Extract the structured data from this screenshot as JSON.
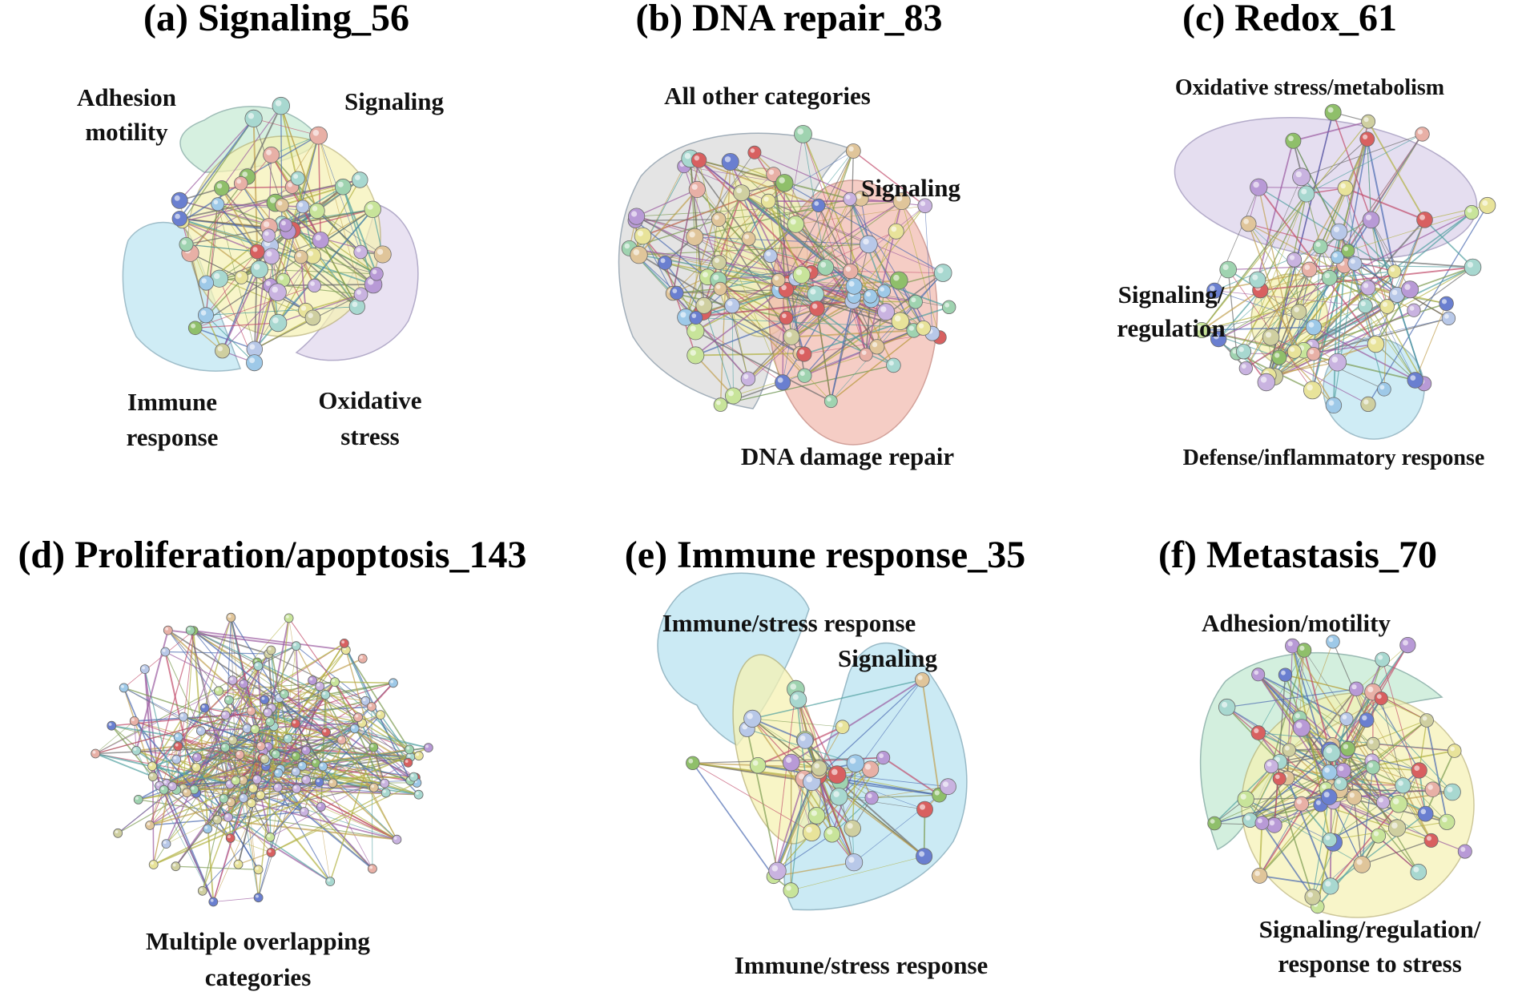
{
  "panels": [
    {
      "id": "a",
      "title": "(a) Signaling_56",
      "nodes": 56,
      "seed": 11,
      "labels": [
        {
          "key": "adhesion",
          "lines": [
            "Adhesion",
            "motility"
          ]
        },
        {
          "key": "signaling",
          "lines": [
            "Signaling"
          ]
        },
        {
          "key": "immune",
          "lines": [
            "Immune",
            "response"
          ]
        },
        {
          "key": "oxidative",
          "lines": [
            "Oxidative",
            "stress"
          ]
        }
      ],
      "regions": [
        {
          "key": "adhesion",
          "color": "#c9ecd6"
        },
        {
          "key": "immune",
          "color": "#bfe6f2"
        },
        {
          "key": "oxidative",
          "color": "#e2d9ee"
        },
        {
          "key": "signaling",
          "color": "#f6f2b3"
        }
      ]
    },
    {
      "id": "b",
      "title": "(b) DNA repair_83",
      "nodes": 83,
      "seed": 23,
      "labels": [
        {
          "key": "other",
          "lines": [
            "All other categories"
          ]
        },
        {
          "key": "signaling",
          "lines": [
            "Signaling"
          ]
        },
        {
          "key": "dna",
          "lines": [
            "DNA damage repair"
          ]
        }
      ],
      "regions": [
        {
          "key": "other",
          "color": "#dedede"
        },
        {
          "key": "signaling",
          "color": "#f6f2b3"
        },
        {
          "key": "dna",
          "color": "#f2b9ad"
        }
      ]
    },
    {
      "id": "c",
      "title": "(c) Redox_61",
      "nodes": 61,
      "seed": 37,
      "labels": [
        {
          "key": "oxidative",
          "lines": [
            "Oxidative stress/metabolism"
          ]
        },
        {
          "key": "signaling",
          "lines": [
            "Signaling/",
            "regulation"
          ]
        },
        {
          "key": "defense",
          "lines": [
            "Defense/inflammatory response"
          ]
        }
      ],
      "regions": [
        {
          "key": "oxidative",
          "color": "#ddd4ec"
        },
        {
          "key": "signaling",
          "color": "#f6f2b3"
        },
        {
          "key": "defense",
          "color": "#bfe6f2"
        }
      ]
    },
    {
      "id": "d",
      "title": "(d) Proliferation/apoptosis_143",
      "nodes": 143,
      "seed": 51,
      "labels": [
        {
          "key": "multi",
          "lines": [
            "Multiple overlapping",
            "categories"
          ]
        }
      ],
      "regions": []
    },
    {
      "id": "e",
      "title": "(e) Immune response_35",
      "nodes": 35,
      "seed": 67,
      "labels": [
        {
          "key": "immune_top",
          "lines": [
            "Immune/stress response"
          ]
        },
        {
          "key": "signaling",
          "lines": [
            "Signaling"
          ]
        },
        {
          "key": "immune_bottom",
          "lines": [
            "Immune/stress response"
          ]
        }
      ],
      "regions": [
        {
          "key": "immune_top",
          "color": "#bfe6f2"
        },
        {
          "key": "immune_bottom",
          "color": "#bfe6f2"
        },
        {
          "key": "signaling",
          "color": "#f6f2b3"
        }
      ]
    },
    {
      "id": "f",
      "title": "(f) Metastasis_70",
      "nodes": 70,
      "seed": 79,
      "labels": [
        {
          "key": "adhesion",
          "lines": [
            "Adhesion/motility"
          ]
        },
        {
          "key": "signaling",
          "lines": [
            "Signaling/regulation/",
            "response to stress"
          ]
        }
      ],
      "regions": [
        {
          "key": "adhesion",
          "color": "#c9ecd6"
        },
        {
          "key": "signaling",
          "color": "#f6f2b3"
        }
      ]
    }
  ],
  "node_colors": [
    "#9fd3b0",
    "#c8e49a",
    "#e8e39a",
    "#9ec9e8",
    "#c9b3e0",
    "#e8b0a6",
    "#cfcfa0",
    "#a8d8d0",
    "#e0c59a",
    "#b8c8e8",
    "#d86060",
    "#6a7fd0",
    "#8fbf6a",
    "#b89ad6"
  ],
  "edge_colors": [
    "#7a9a50",
    "#c04a6a",
    "#4a6ab0",
    "#b0b040",
    "#6a6a6a",
    "#50a0a0",
    "#9a5aa0",
    "#c0a050"
  ]
}
